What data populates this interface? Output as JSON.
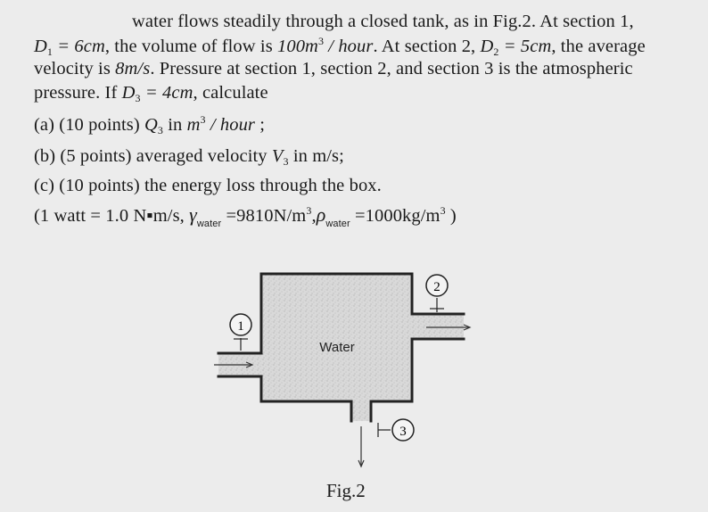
{
  "problem": {
    "line1": "water flows steadily through a closed tank, as in Fig.2. At section 1,",
    "line2": {
      "d1_sym": "D",
      "d1_sub": "1",
      "d1_eq": " = 6cm",
      "t1": ", the volume of flow is ",
      "q1": "100m",
      "q1_sup": "3",
      "q1_unit": " / hour",
      "t2": ". At section 2, ",
      "d2_sym": "D",
      "d2_sub": "2",
      "d2_eq": " = 5cm",
      "t3": ", the average"
    },
    "line3": {
      "t1": "velocity is ",
      "v": "8m/s",
      "t2": ". Pressure at section 1, section 2, and section 3 is the atmospheric"
    },
    "line4": {
      "t1": "pressure. If ",
      "d3_sym": "D",
      "d3_sub": "3",
      "d3_eq": " = 4cm",
      "t2": ", calculate"
    },
    "part_a": {
      "prefix": "(a) (10 points) ",
      "q": "Q",
      "q_sub": "3",
      "mid": " in ",
      "unit": "m",
      "unit_sup": "3",
      "unit_tail": " / hour",
      "end": " ;"
    },
    "part_b": {
      "prefix": "(b) (5 points) averaged velocity ",
      "v": "V",
      "v_sub": "3",
      "end": " in m/s;"
    },
    "part_c": "(c) (10 points) the energy loss through the box.",
    "constants": {
      "t1": "(1 watt = 1.0 N▪m/s, ",
      "gamma": "γ",
      "gamma_sub": "water",
      "gamma_val": " =9810N/m",
      "gamma_sup": "3",
      "sep": ",",
      "rho": "ρ",
      "rho_sub": "water",
      "rho_val": " =1000kg/m",
      "rho_sup": "3",
      "end": " )"
    }
  },
  "figure": {
    "tank_label": "Water",
    "section_labels": [
      "1",
      "2",
      "3"
    ],
    "caption": "Fig.2"
  }
}
